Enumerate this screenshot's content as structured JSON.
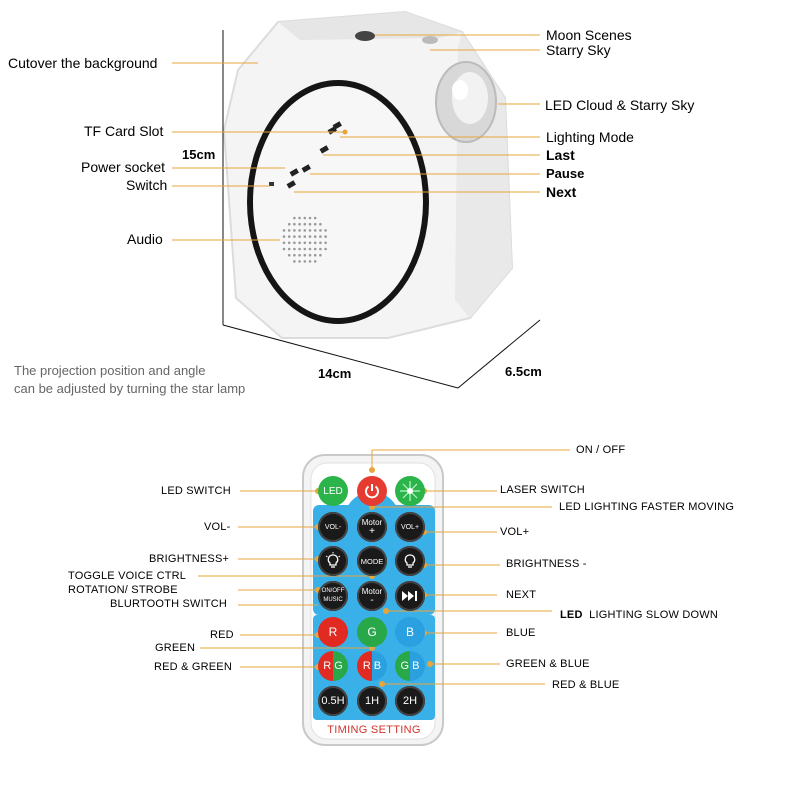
{
  "lamp": {
    "labels": {
      "cutover": "Cutover the background",
      "tf_card": "TF Card Slot",
      "power_socket": "Power socket",
      "switch": "Switch",
      "audio": "Audio",
      "moon": "Moon Scenes",
      "starry": "Starry Sky",
      "led_cloud": "LED Cloud & Starry Sky",
      "lighting_mode": "Lighting Mode",
      "last": "Last",
      "pause": "Pause",
      "next": "Next"
    },
    "dims": {
      "height": "15cm",
      "width": "14cm",
      "depth": "6.5cm"
    },
    "note_line1": "The projection position and angle",
    "note_line2": "can be adjusted by turning the star lamp"
  },
  "remote": {
    "labels": {
      "on_off": "ON / OFF",
      "led_switch": "LED SWITCH",
      "laser_switch": "LASER SWITCH",
      "led_faster": "LED LIGHTING FASTER MOVING",
      "vol_minus": "VOL-",
      "vol_plus": "VOL+",
      "brightness_plus": "BRIGHTNESS+",
      "brightness_minus": "BRIGHTNESS -",
      "toggle_voice": "TOGGLE VOICE CTRL",
      "rotation": "ROTATION/ STROBE",
      "bluetooth": "BLURTOOTH SWITCH",
      "next": "NEXT",
      "led_slow_a": "LED",
      "led_slow_b": "LIGHTING SLOW DOWN",
      "red": "RED",
      "green": "GREEN",
      "blue": "BLUE",
      "red_green": "RED & GREEN",
      "green_blue": "GREEN & BLUE",
      "red_blue": "RED & BLUE"
    },
    "buttons": {
      "led": "LED",
      "vol_minus": "VOL-",
      "motor_plus_1": "Motor",
      "motor_plus_2": "+",
      "vol_plus": "VOL+",
      "mode": "MODE",
      "onoff_1": "ON/OFF",
      "onoff_2": "MUSIC",
      "motor_minus_1": "Motor",
      "motor_minus_2": "-",
      "r": "R",
      "g": "G",
      "b": "B",
      "rg_r": "R",
      "rg_g": "G",
      "rb_r": "R",
      "rb_b": "B",
      "gb_g": "G",
      "gb_b": "B",
      "t05": "0.5H",
      "t1": "1H",
      "t2": "2H"
    },
    "timing": "TIMING SETTING"
  },
  "colors": {
    "leader": "#e8a53a",
    "remote_blue": "#3ab0e8",
    "led_green": "#2bb44a",
    "power_red": "#e53b30",
    "red_button": "#e02a22",
    "green_button": "#29a84a",
    "blue_button": "#2aa0e0"
  }
}
